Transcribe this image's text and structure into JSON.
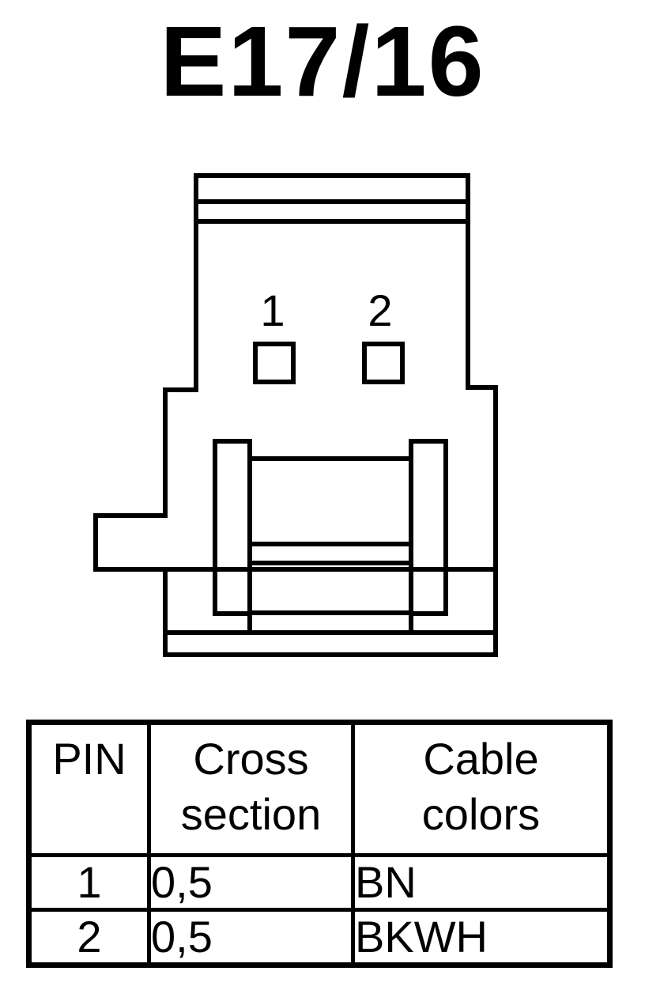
{
  "title": "E17/16",
  "connector": {
    "pin_labels": [
      "1",
      "2"
    ]
  },
  "table": {
    "headers": {
      "pin": "PIN",
      "cross_section": [
        "Cross",
        "section"
      ],
      "cable_colors": [
        "Cable",
        "colors"
      ]
    },
    "rows": [
      {
        "pin": "1",
        "cross_section": "0,5",
        "color": "BN"
      },
      {
        "pin": "2",
        "cross_section": "0,5",
        "color": "BKWH"
      }
    ]
  }
}
